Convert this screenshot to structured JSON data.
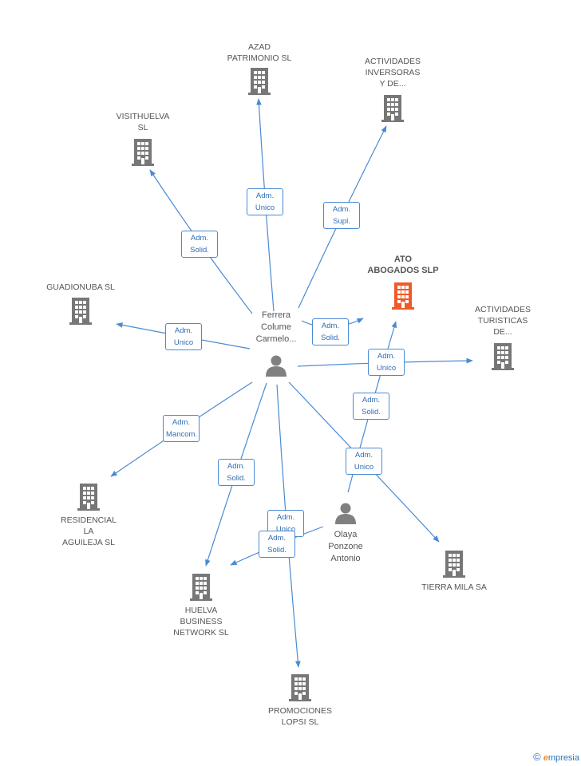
{
  "colors": {
    "edge": "#4a8ad4",
    "building": "#777777",
    "highlight": "#f05a28",
    "person": "#808080"
  },
  "companies": [
    {
      "id": "azad",
      "label": "AZAD\nPATRIMONIO SL"
    },
    {
      "id": "actividades_inversoras",
      "label": "ACTIVIDADES\nINVERSORAS\nY DE..."
    },
    {
      "id": "visithuelva",
      "label": "VISITHUELVA\nSL"
    },
    {
      "id": "ato",
      "label": "ATO\nABOGADOS SLP",
      "highlight": true
    },
    {
      "id": "guadionuba",
      "label": "GUADIONUBA SL"
    },
    {
      "id": "actividades_turisticas",
      "label": "ACTIVIDADES\nTURISTICAS\nDE..."
    },
    {
      "id": "residencial",
      "label": "RESIDENCIAL\nLA\nAGUILEJA SL"
    },
    {
      "id": "huelva",
      "label": "HUELVA\nBUSINESS\nNETWORK SL"
    },
    {
      "id": "tierra",
      "label": "TIERRA MILA SA"
    },
    {
      "id": "promociones",
      "label": "PROMOCIONES\nLOPSI SL"
    }
  ],
  "persons": [
    {
      "id": "ferrera",
      "label": "Ferrera\nColume\nCarmelo..."
    },
    {
      "id": "olaya",
      "label": "Olaya\nPonzone\nAntonio"
    }
  ],
  "relations": [
    {
      "from": "ferrera",
      "to": "azad",
      "label": "Adm.\nUnico"
    },
    {
      "from": "ferrera",
      "to": "actividades_inversoras",
      "label": "Adm.\nSupl."
    },
    {
      "from": "ferrera",
      "to": "visithuelva",
      "label": "Adm.\nSolid."
    },
    {
      "from": "ferrera",
      "to": "ato",
      "label": "Adm.\nSolid."
    },
    {
      "from": "ferrera",
      "to": "guadionuba",
      "label": "Adm.\nUnico"
    },
    {
      "from": "ferrera",
      "to": "actividades_turisticas",
      "label": "Adm.\nUnico"
    },
    {
      "from": "olaya",
      "to": "ato",
      "label": "Adm.\nSolid."
    },
    {
      "from": "ferrera",
      "to": "residencial",
      "label": "Adm.\nMancom."
    },
    {
      "from": "ferrera",
      "to": "tierra",
      "label": "Adm.\nUnico"
    },
    {
      "from": "ferrera",
      "to": "huelva",
      "label": "Adm.\nSolid."
    },
    {
      "from": "ferrera",
      "to": "promociones",
      "label": "Adm.\nUnico"
    },
    {
      "from": "olaya",
      "to": "huelva",
      "label": "Adm.\nSolid."
    }
  ],
  "brand": {
    "copyright": "©",
    "name": "mpresia",
    "initial": "e"
  }
}
